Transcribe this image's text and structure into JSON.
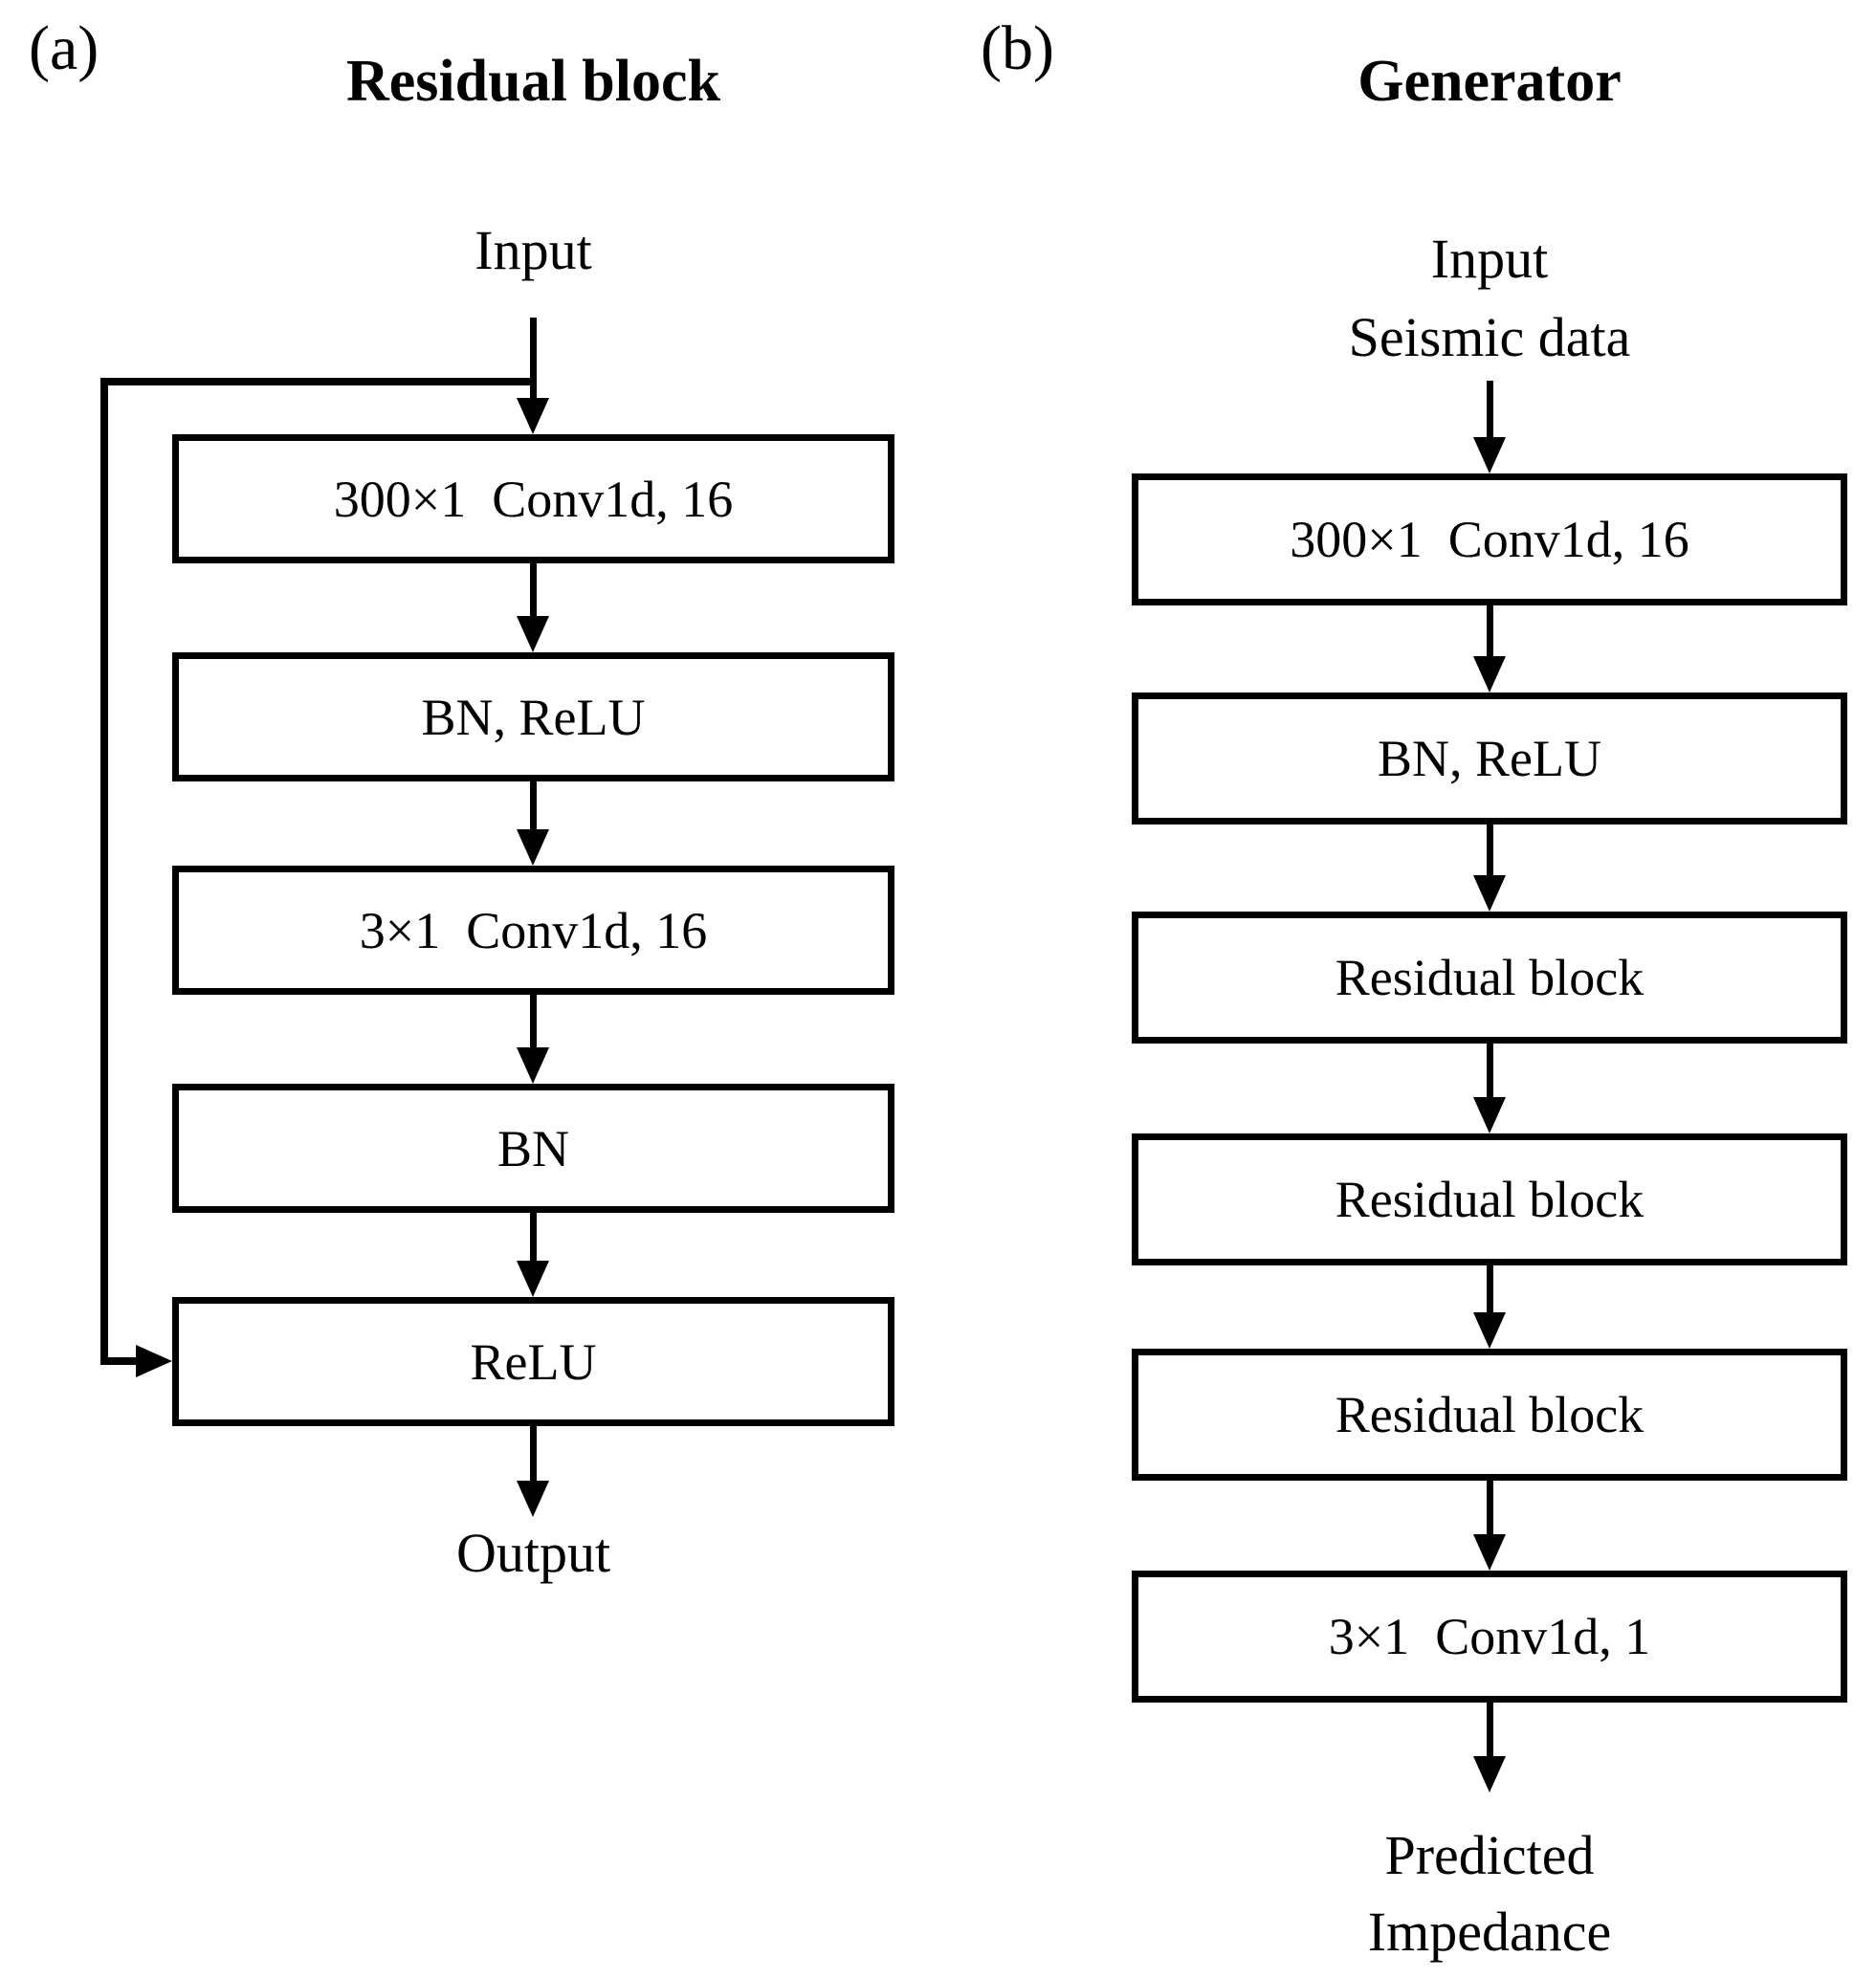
{
  "colors": {
    "ink": "#000000",
    "paper": "#ffffff"
  },
  "panel_a": {
    "tag": "(a)",
    "title": "Residual block",
    "input_label": "Input",
    "boxes": [
      "300×1  Conv1d, 16",
      "BN, ReLU",
      "3×1  Conv1d, 16",
      "BN",
      "ReLU"
    ],
    "output_label": "Output"
  },
  "panel_b": {
    "tag": "(b)",
    "title": "Generator",
    "input_lines": [
      "Input",
      "Seismic data"
    ],
    "boxes": [
      "300×1  Conv1d, 16",
      "BN, ReLU",
      "Residual block",
      "Residual block",
      "Residual block",
      "3×1  Conv1d, 1"
    ],
    "output_lines": [
      "Predicted",
      "Impedance"
    ]
  }
}
